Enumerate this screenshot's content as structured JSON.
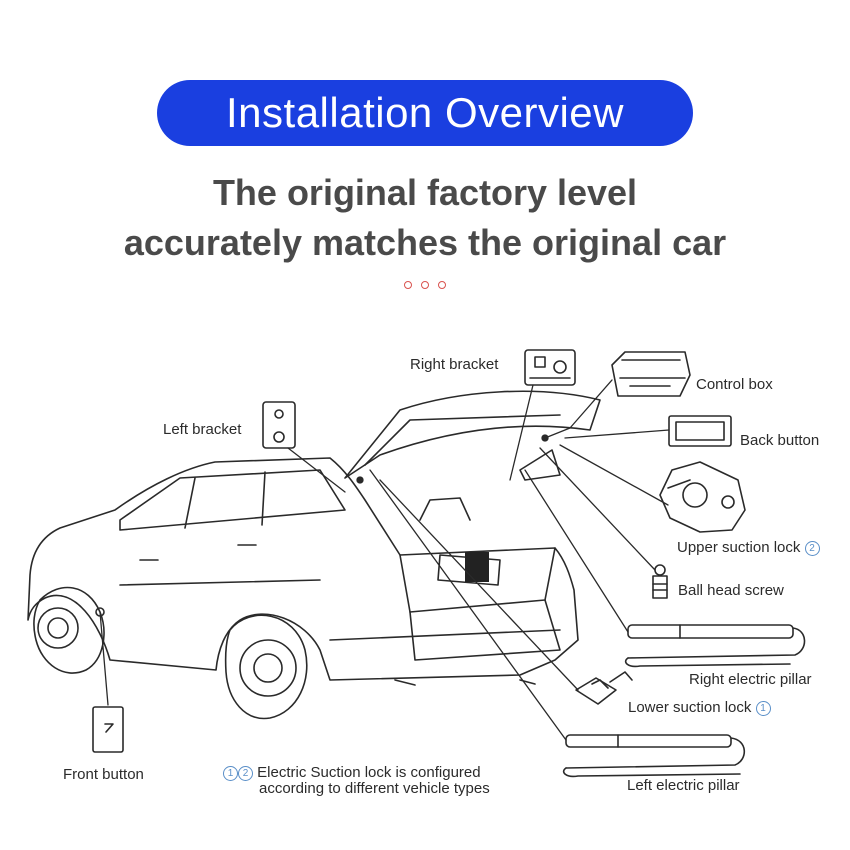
{
  "header": {
    "title": "Installation Overview",
    "headline_line1": "The original factory level",
    "headline_line2": "accurately matches the original car"
  },
  "labels": {
    "right_bracket": "Right bracket",
    "control_box": "Control box",
    "left_bracket": "Left bracket",
    "back_button": "Back button",
    "upper_suction_lock": "Upper suction lock",
    "upper_suction_lock_marker": "2",
    "ball_head_screw": "Ball head screw",
    "right_electric_pillar": "Right electric pillar",
    "lower_suction_lock": "Lower suction lock",
    "lower_suction_lock_marker": "1",
    "left_electric_pillar": "Left electric pillar",
    "front_button": "Front button"
  },
  "note": {
    "marker_1": "1",
    "marker_2": "2",
    "line1": "Electric Suction lock is configured",
    "line2": "according to different vehicle types"
  },
  "colors": {
    "title_pill": "#1a3fe0",
    "headline": "#4a4a4a",
    "dots": "#d9534f",
    "markers": "#5a8fc8",
    "line_art": "#2a2a2a"
  }
}
